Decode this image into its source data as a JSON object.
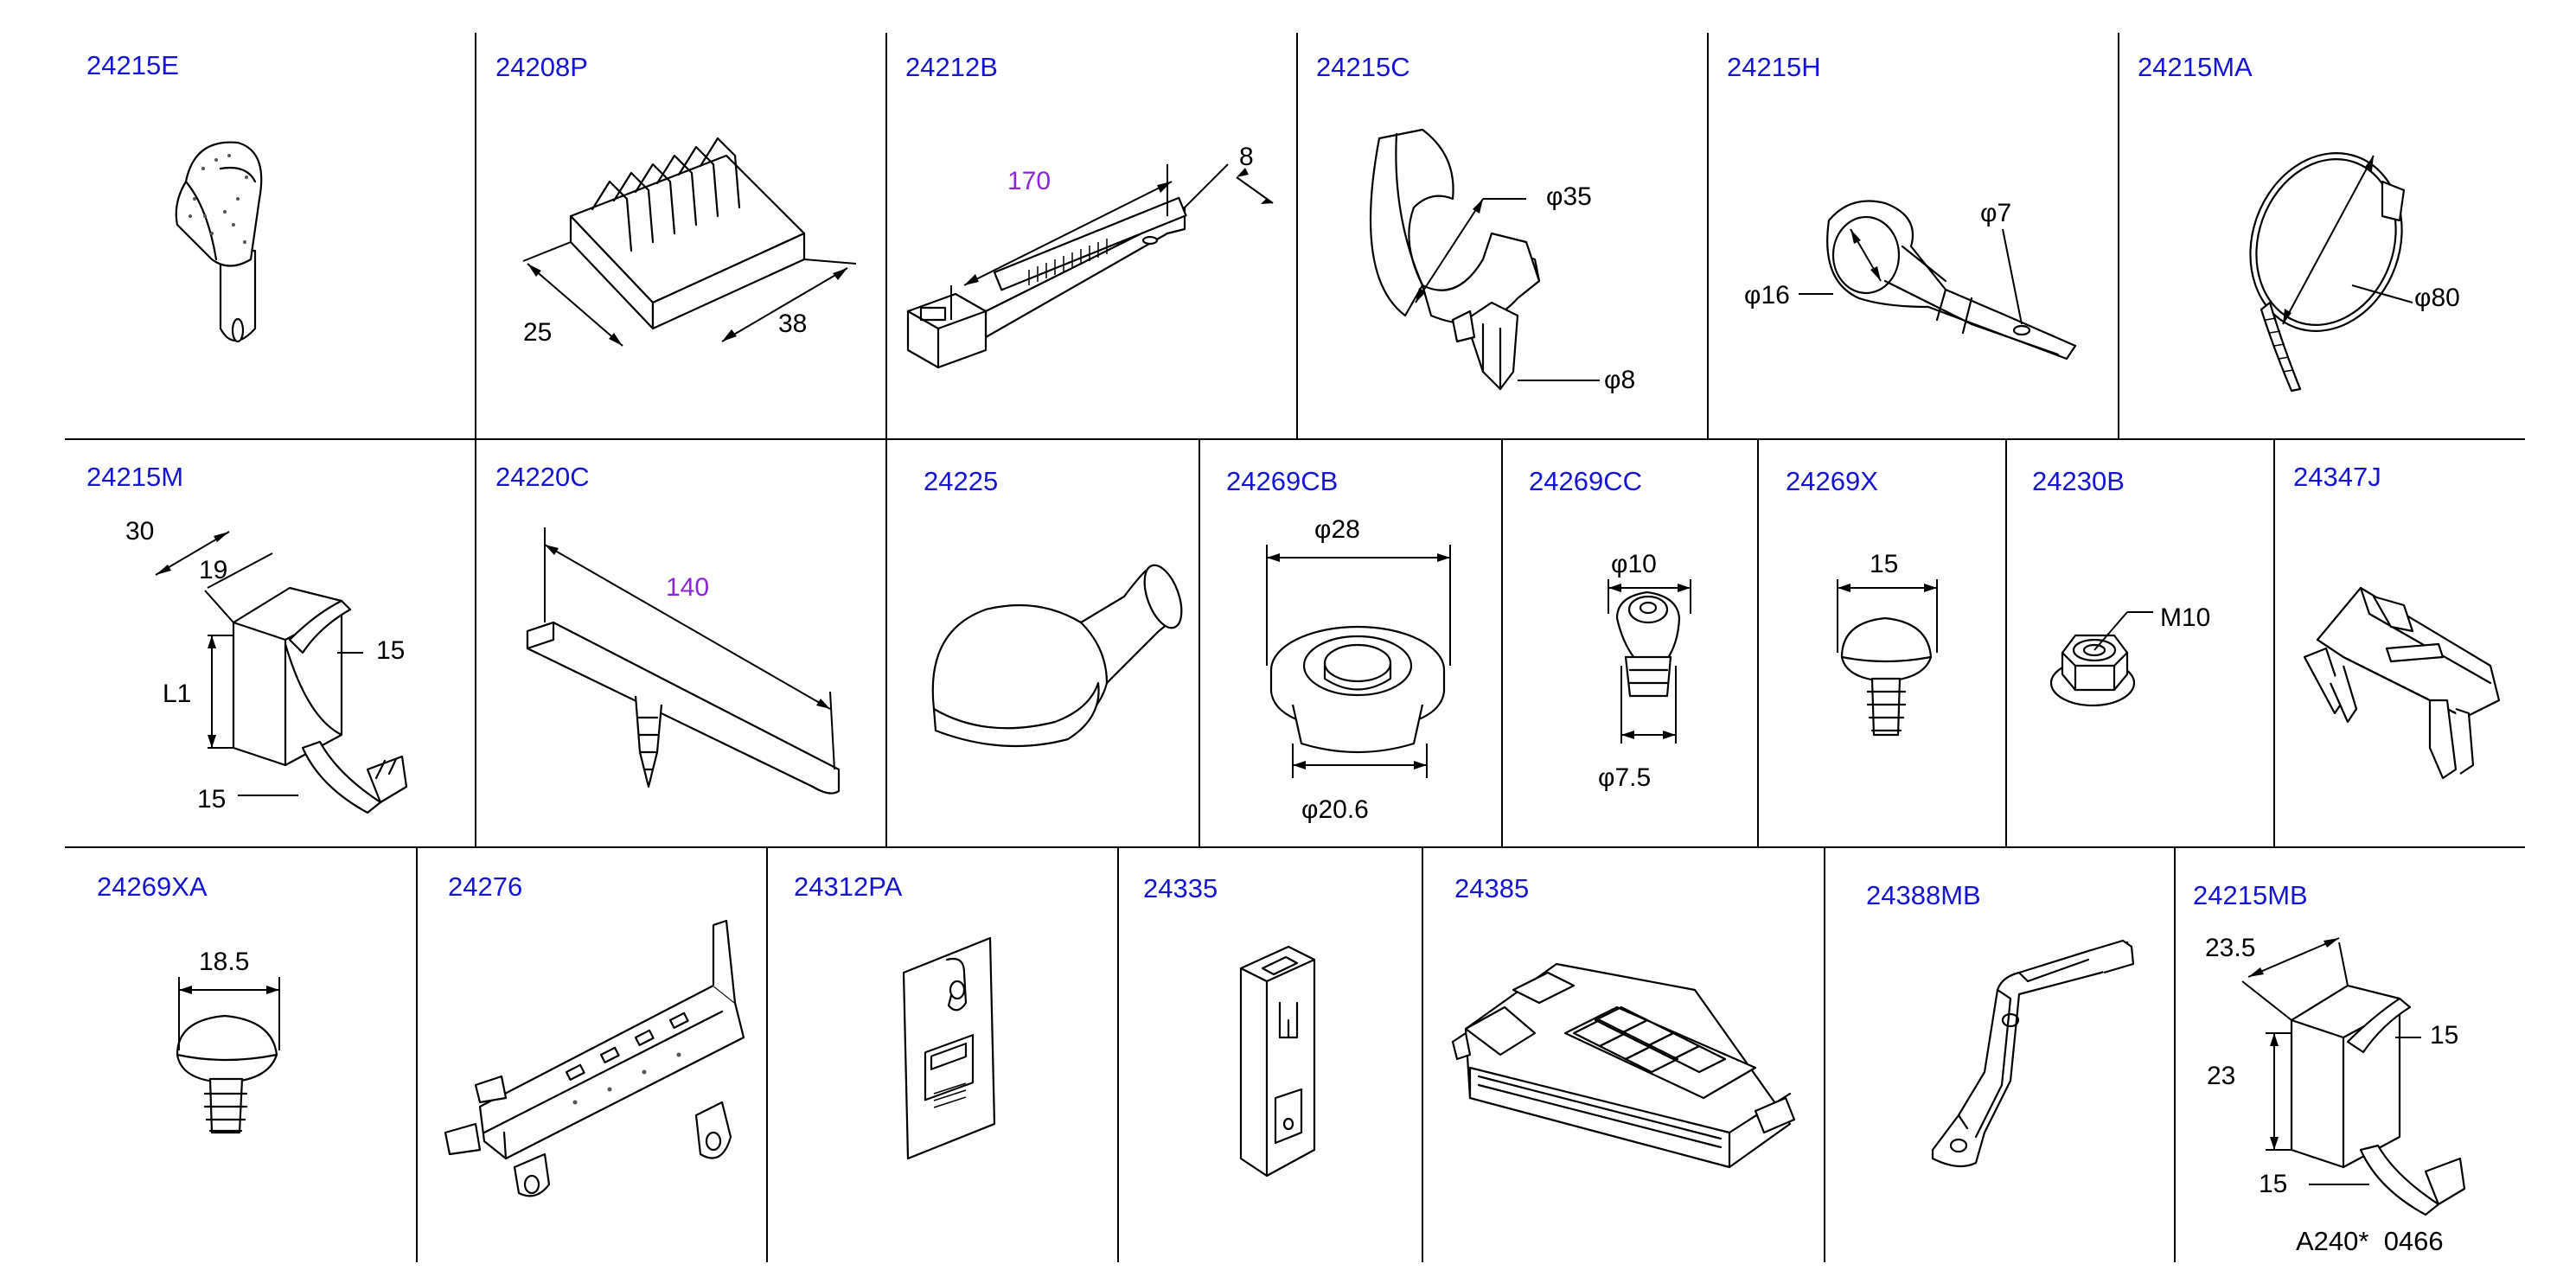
{
  "parts": [
    {
      "id": "24215E"
    },
    {
      "id": "24208P",
      "dims": [
        "25",
        "38"
      ]
    },
    {
      "id": "24212B",
      "dims": [
        "170",
        "8"
      ]
    },
    {
      "id": "24215C",
      "dims": [
        "φ35",
        "φ8"
      ]
    },
    {
      "id": "24215H",
      "dims": [
        "φ7",
        "φ16"
      ]
    },
    {
      "id": "24215MA",
      "dims": [
        "φ80"
      ]
    },
    {
      "id": "24215M",
      "dims": [
        "30",
        "19",
        "15",
        "L1",
        "15"
      ]
    },
    {
      "id": "24220C",
      "dims": [
        "140"
      ]
    },
    {
      "id": "24225"
    },
    {
      "id": "24269CB",
      "dims": [
        "φ28",
        "φ20.6"
      ]
    },
    {
      "id": "24269CC",
      "dims": [
        "φ10",
        "φ7.5"
      ]
    },
    {
      "id": "24269X",
      "dims": [
        "15"
      ]
    },
    {
      "id": "24230B",
      "dims": [
        "M10"
      ]
    },
    {
      "id": "24347J"
    },
    {
      "id": "24269XA",
      "dims": [
        "18.5"
      ]
    },
    {
      "id": "24276"
    },
    {
      "id": "24312PA"
    },
    {
      "id": "24335"
    },
    {
      "id": "24385"
    },
    {
      "id": "24388MB"
    },
    {
      "id": "24215MB",
      "dims": [
        "23.5",
        "15",
        "23",
        "15"
      ]
    }
  ],
  "diagram_code": "A240*  0466",
  "colors": {
    "part_number": "#1414d2",
    "dimension_highlight": "#8a26d6",
    "line": "#000000"
  }
}
